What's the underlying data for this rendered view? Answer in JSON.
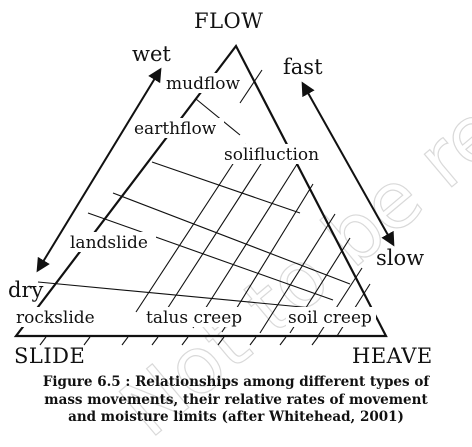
{
  "corners": {
    "top": "FLOW",
    "left": "SLIDE",
    "right": "HEAVE"
  },
  "axes": {
    "moisture_high": "wet",
    "moisture_low": "dry",
    "rate_high": "fast",
    "rate_low": "slow"
  },
  "zones": {
    "mudflow": "mudflow",
    "earthflow": "earthflow",
    "solifluction": "solifluction",
    "landslide": "landslide",
    "rockslide": "rockslide",
    "talus_creep": "talus creep",
    "soil_creep": "soil creep"
  },
  "caption": {
    "line1": "Figure 6.5 : Relationships among different types of",
    "line2": "mass movements, their relative rates of movement",
    "line3": "and moisture limits (after Whitehead, 2001)"
  },
  "watermark": "Not to be republished"
}
